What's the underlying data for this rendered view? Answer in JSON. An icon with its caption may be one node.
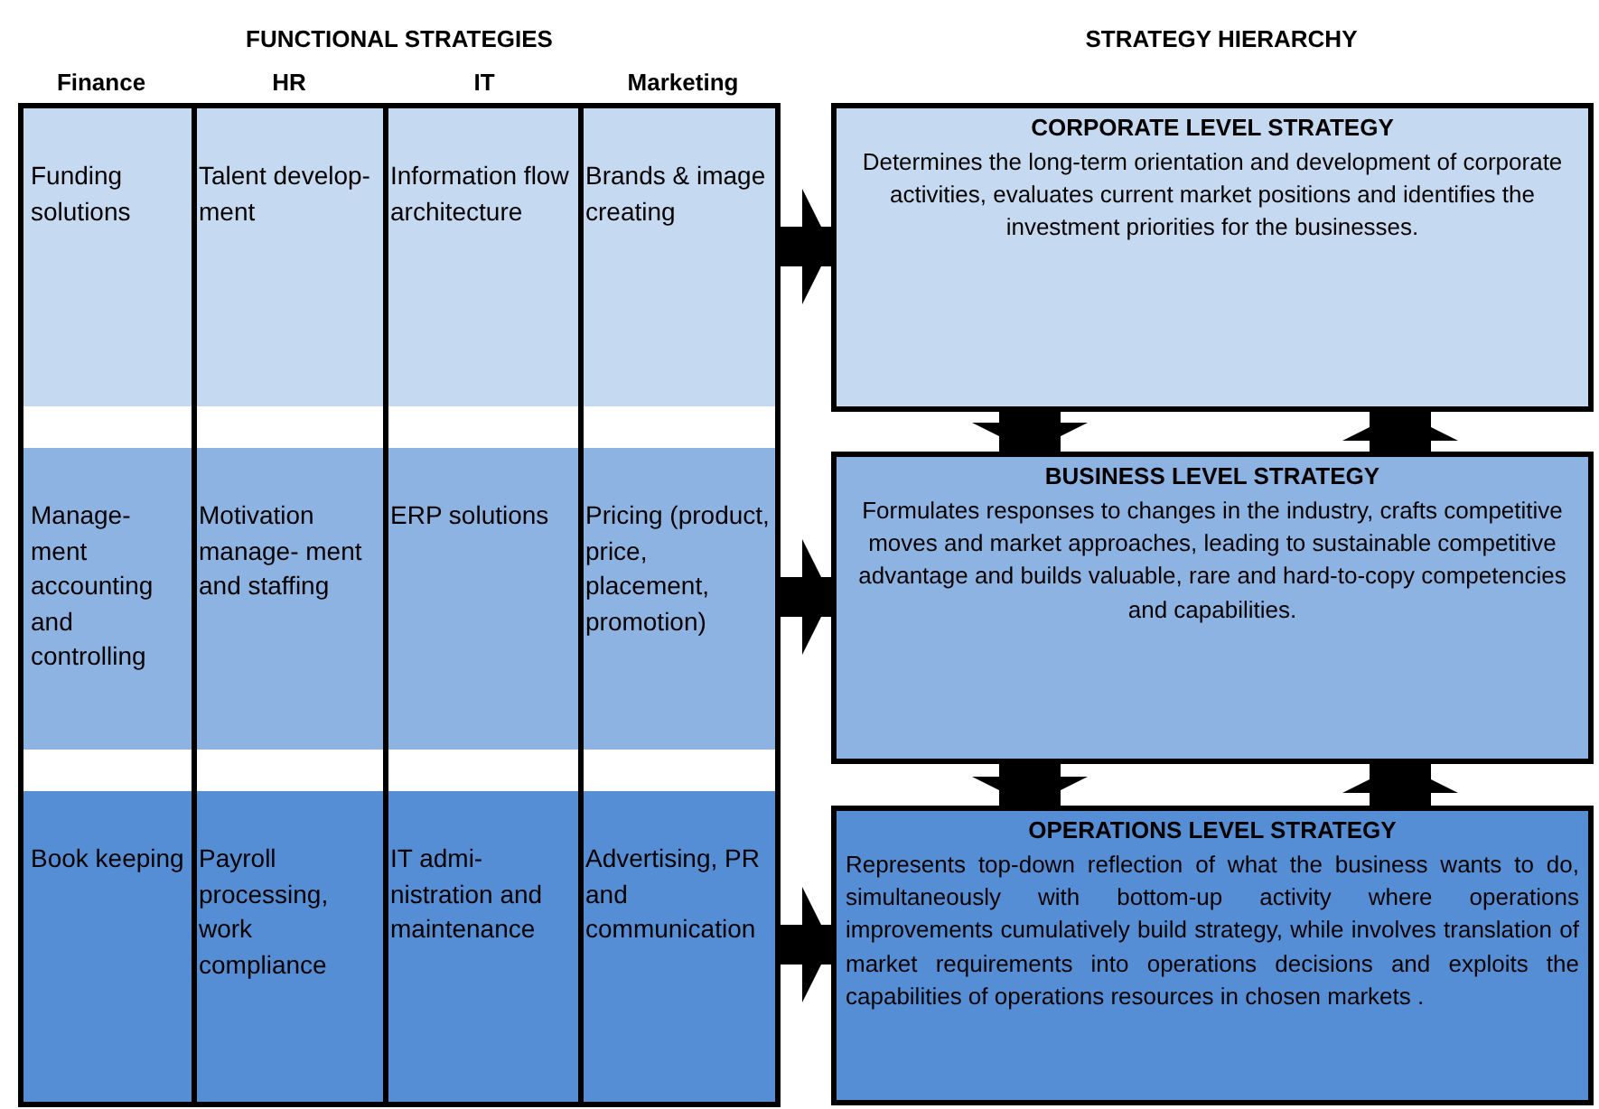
{
  "diagram": {
    "nodes": [
      {
        "text": [],
        "shape": "box"
      },
      {
        "text": [
          "Funding solutions"
        ],
        "in": 0
      },
      {
        "text": [
          "Talent develop- ment"
        ],
        "in": 0
      },
      {
        "text": [
          "Information flow architecture"
        ],
        "in": 0
      },
      {
        "text": [
          "Brands & image creating"
        ],
        "in": 0
      },
      {
        "text": [
          "Manage- ment accounting and controlling"
        ],
        "in": 0
      },
      {
        "text": [
          "Motivation manage- ment and staffing"
        ],
        "in": 0
      },
      {
        "text": [
          "ERP solutions"
        ],
        "in": 0
      },
      {
        "text": [
          "Pricing (product, price, placement, promotion)"
        ],
        "in": 0
      },
      {
        "text": [
          "Book keeping"
        ],
        "in": 0
      },
      {
        "text": [
          "Payroll processing, work compliance"
        ],
        "in": 0
      },
      {
        "text": [
          "IT admi- nistration and maintenance"
        ],
        "in": 0
      },
      {
        "text": [
          "Advertising, PR and communication"
        ],
        "in": 0
      },
      {
        "text": [
          "CORPORATE LEVEL STRATEGY",
          "Determines the long-term orientation and development of corporate activities, evaluates current market positions and identifies the investment priorities for the businesses."
        ]
      },
      {
        "text": [
          "BUSINESS LEVEL STRATEGY",
          "Formulates responses to changes in the industry, crafts competitive moves and market approaches, leading to sustainable competitive advantage and builds valuable, rare and hard-to-copy competencies and capabilities."
        ]
      },
      {
        "text": [
          "OPERATIONS LEVEL STRATEGY",
          "Represents top-down reflection of what the business wants to do, simultaneously with bottom-up activity where operations improvements cumulatively build strategy, while involves translation of market requirements into operations decisions and exploits the capabilities of operations resources in chosen markets ."
        ]
      }
    ],
    "edges": [
      {
        "from": 0,
        "to": 13,
        "arrow": "to"
      },
      {
        "from": 0,
        "to": 14,
        "arrow": "to"
      },
      {
        "from": 0,
        "to": 15,
        "arrow": "to"
      },
      {
        "from": 13,
        "to": 14,
        "arrow": "to"
      },
      {
        "from": 14,
        "to": 13,
        "arrow": "to"
      },
      {
        "from": 14,
        "to": 15,
        "arrow": "to"
      },
      {
        "from": 15,
        "to": 14,
        "arrow": "to"
      }
    ],
    "labels": [
      "FUNCTIONAL STRATEGIES",
      "STRATEGY HIERARCHY",
      "Finance",
      "HR",
      "IT",
      "Marketing"
    ]
  }
}
